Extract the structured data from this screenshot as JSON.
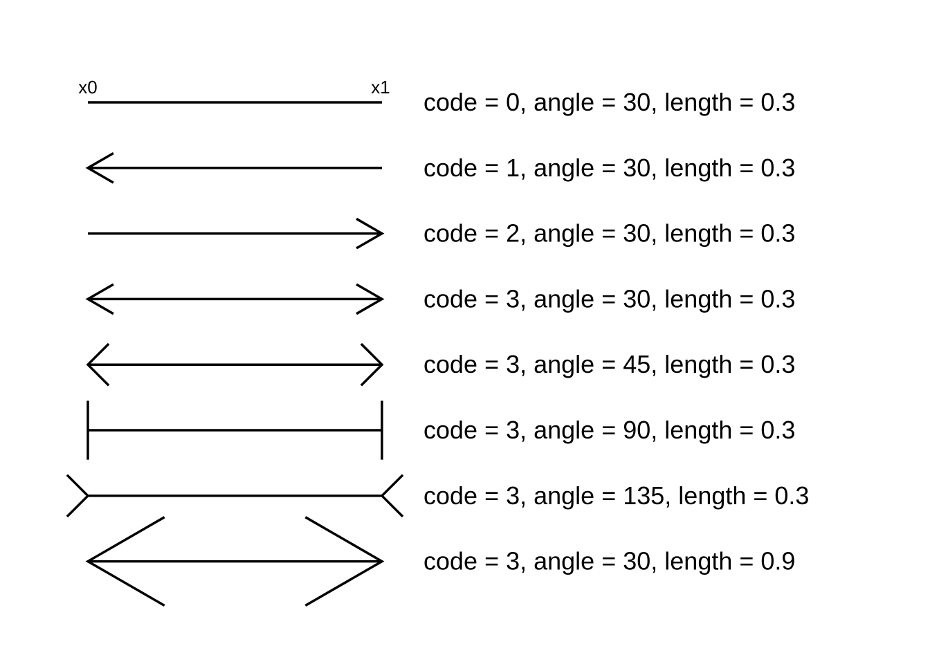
{
  "endpoint_labels": {
    "start": "x0",
    "end": "x1"
  },
  "rows": [
    {
      "code": 0,
      "angle": 30,
      "length": 0.3,
      "label": "code = 0, angle = 30, length = 0.3"
    },
    {
      "code": 1,
      "angle": 30,
      "length": 0.3,
      "label": "code = 1, angle = 30, length = 0.3"
    },
    {
      "code": 2,
      "angle": 30,
      "length": 0.3,
      "label": "code = 2, angle = 30, length = 0.3"
    },
    {
      "code": 3,
      "angle": 30,
      "length": 0.3,
      "label": "code = 3, angle = 30, length = 0.3"
    },
    {
      "code": 3,
      "angle": 45,
      "length": 0.3,
      "label": "code = 3, angle = 45, length = 0.3"
    },
    {
      "code": 3,
      "angle": 90,
      "length": 0.3,
      "label": "code = 3, angle = 90, length = 0.3"
    },
    {
      "code": 3,
      "angle": 135,
      "length": 0.3,
      "label": "code = 3, angle = 135, length = 0.3"
    },
    {
      "code": 3,
      "angle": 30,
      "length": 0.9,
      "label": "code = 3, angle = 30, length = 0.9"
    }
  ],
  "stroke_color": "#000000"
}
